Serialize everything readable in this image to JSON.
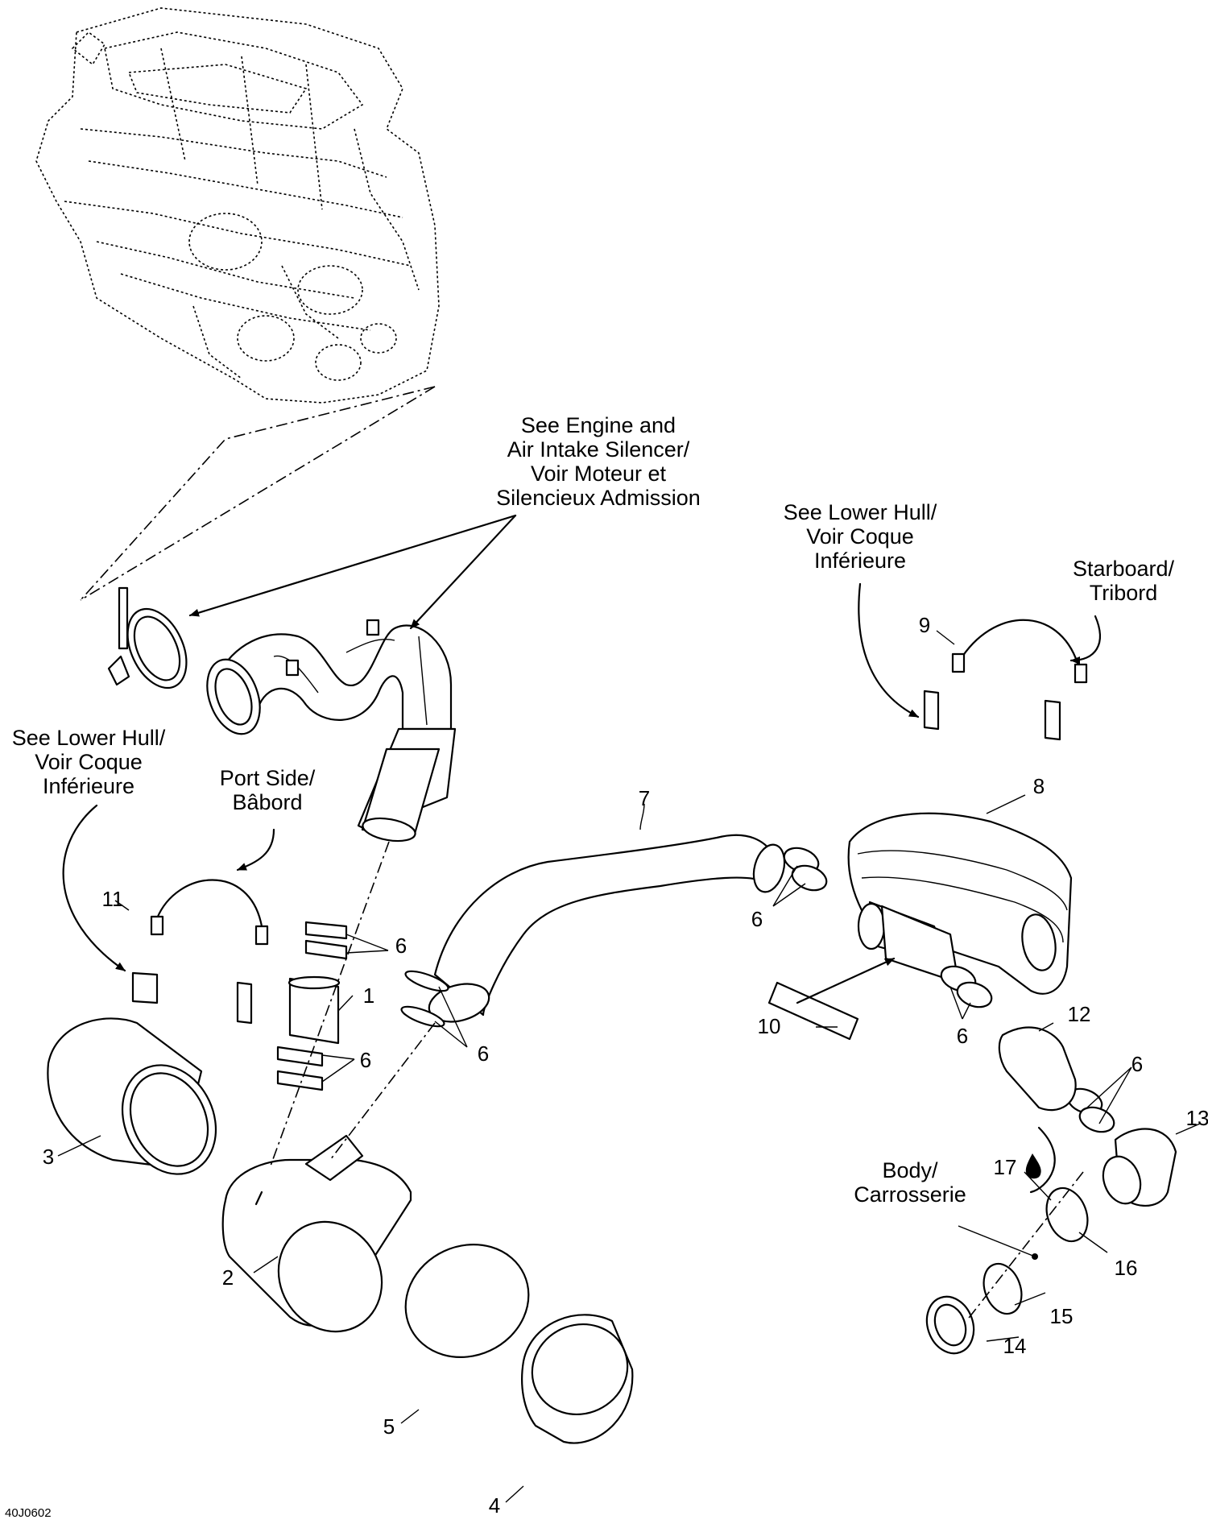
{
  "notes": {
    "engine": [
      "See Engine and",
      "Air Intake Silencer/",
      "Voir Moteur et",
      "Silencieux Admission"
    ],
    "lower_hull_right": [
      "See Lower Hull/",
      "Voir Coque",
      "Inférieure"
    ],
    "lower_hull_left": [
      "See Lower Hull/",
      "Voir Coque",
      "Inférieure"
    ],
    "starboard": [
      "Starboard/",
      "Tribord"
    ],
    "port": [
      "Port Side/",
      "Bâbord"
    ],
    "body": [
      "Body/",
      "Carrosserie"
    ]
  },
  "labels": {
    "n1": "1",
    "n2": "2",
    "n3": "3",
    "n4": "4",
    "n5": "5",
    "n6a": "6",
    "n6b": "6",
    "n6c": "6",
    "n6d": "6",
    "n6e": "6",
    "n6f": "6",
    "n7": "7",
    "n8": "8",
    "n9": "9",
    "n10": "10",
    "n11": "11",
    "n12": "12",
    "n13": "13",
    "n14": "14",
    "n15": "15",
    "n16": "16",
    "n17": "17"
  },
  "drawing_code": "40J0602",
  "icons": {
    "sealant": "drop-icon"
  }
}
